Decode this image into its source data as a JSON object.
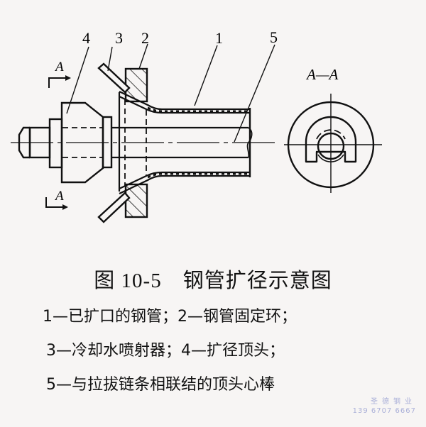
{
  "figure": {
    "callouts": [
      "1",
      "2",
      "3",
      "4",
      "5"
    ],
    "section_marker_top": "A",
    "section_marker_bottom": "A",
    "section_view_title": "A—A"
  },
  "caption": {
    "figure_number": "图 10-5",
    "title": "钢管扩径示意图",
    "legend_lines": [
      "1—已扩口的钢管；2—钢管固定环；",
      "3—冷却水喷射器；4—扩径顶头；",
      "5—与拉拔链条相联结的顶头心棒"
    ],
    "items": [
      {
        "number": "1",
        "label": "已扩口的钢管"
      },
      {
        "number": "2",
        "label": "钢管固定环"
      },
      {
        "number": "3",
        "label": "冷却水喷射器"
      },
      {
        "number": "4",
        "label": "扩径顶头"
      },
      {
        "number": "5",
        "label": "与拉拔链条相联结的顶头心棒"
      }
    ]
  },
  "watermark": {
    "name": "圣德钢业",
    "phone": "139 6707 6667"
  },
  "colors": {
    "line": "#111111",
    "background": "#f7f5f4",
    "watermark": "#aab0d8"
  }
}
